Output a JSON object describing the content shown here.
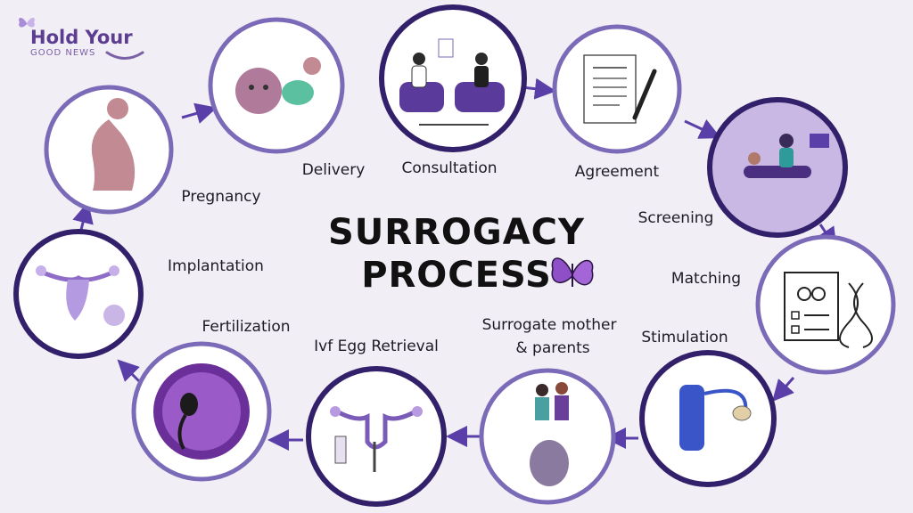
{
  "logo": {
    "line1": "Hold Your",
    "line2": "GOOD NEWS"
  },
  "title": {
    "line1": "SURROGACY",
    "line2": "PROCESS"
  },
  "steps": [
    {
      "label": "Consultation",
      "icon": "consultation-icon"
    },
    {
      "label": "Agreement",
      "icon": "contract-pen-icon"
    },
    {
      "label": "Screening",
      "icon": "ultrasound-screening-icon"
    },
    {
      "label": "Matching",
      "icon": "gender-dna-icon"
    },
    {
      "label": "Stimulation",
      "icon": "ovary-stimulation-icon"
    },
    {
      "label": "Surrogate mother\n& parents",
      "label_line1": "Surrogate mother",
      "label_line2": "& parents",
      "icon": "family-icon"
    },
    {
      "label": "Ivf Egg Retrieval",
      "icon": "uterus-retrieval-icon"
    },
    {
      "label": "Fertilization",
      "icon": "egg-sperm-icon"
    },
    {
      "label": "Implantation",
      "icon": "uterus-embryo-icon"
    },
    {
      "label": "Pregnancy",
      "icon": "pregnant-woman-icon"
    },
    {
      "label": "Delivery",
      "icon": "baby-icon"
    }
  ],
  "colors": {
    "ring": "#7b6ab8",
    "arrow": "#5b3fa8",
    "accent": "#8e4fc7",
    "background": "#f1eef5"
  }
}
